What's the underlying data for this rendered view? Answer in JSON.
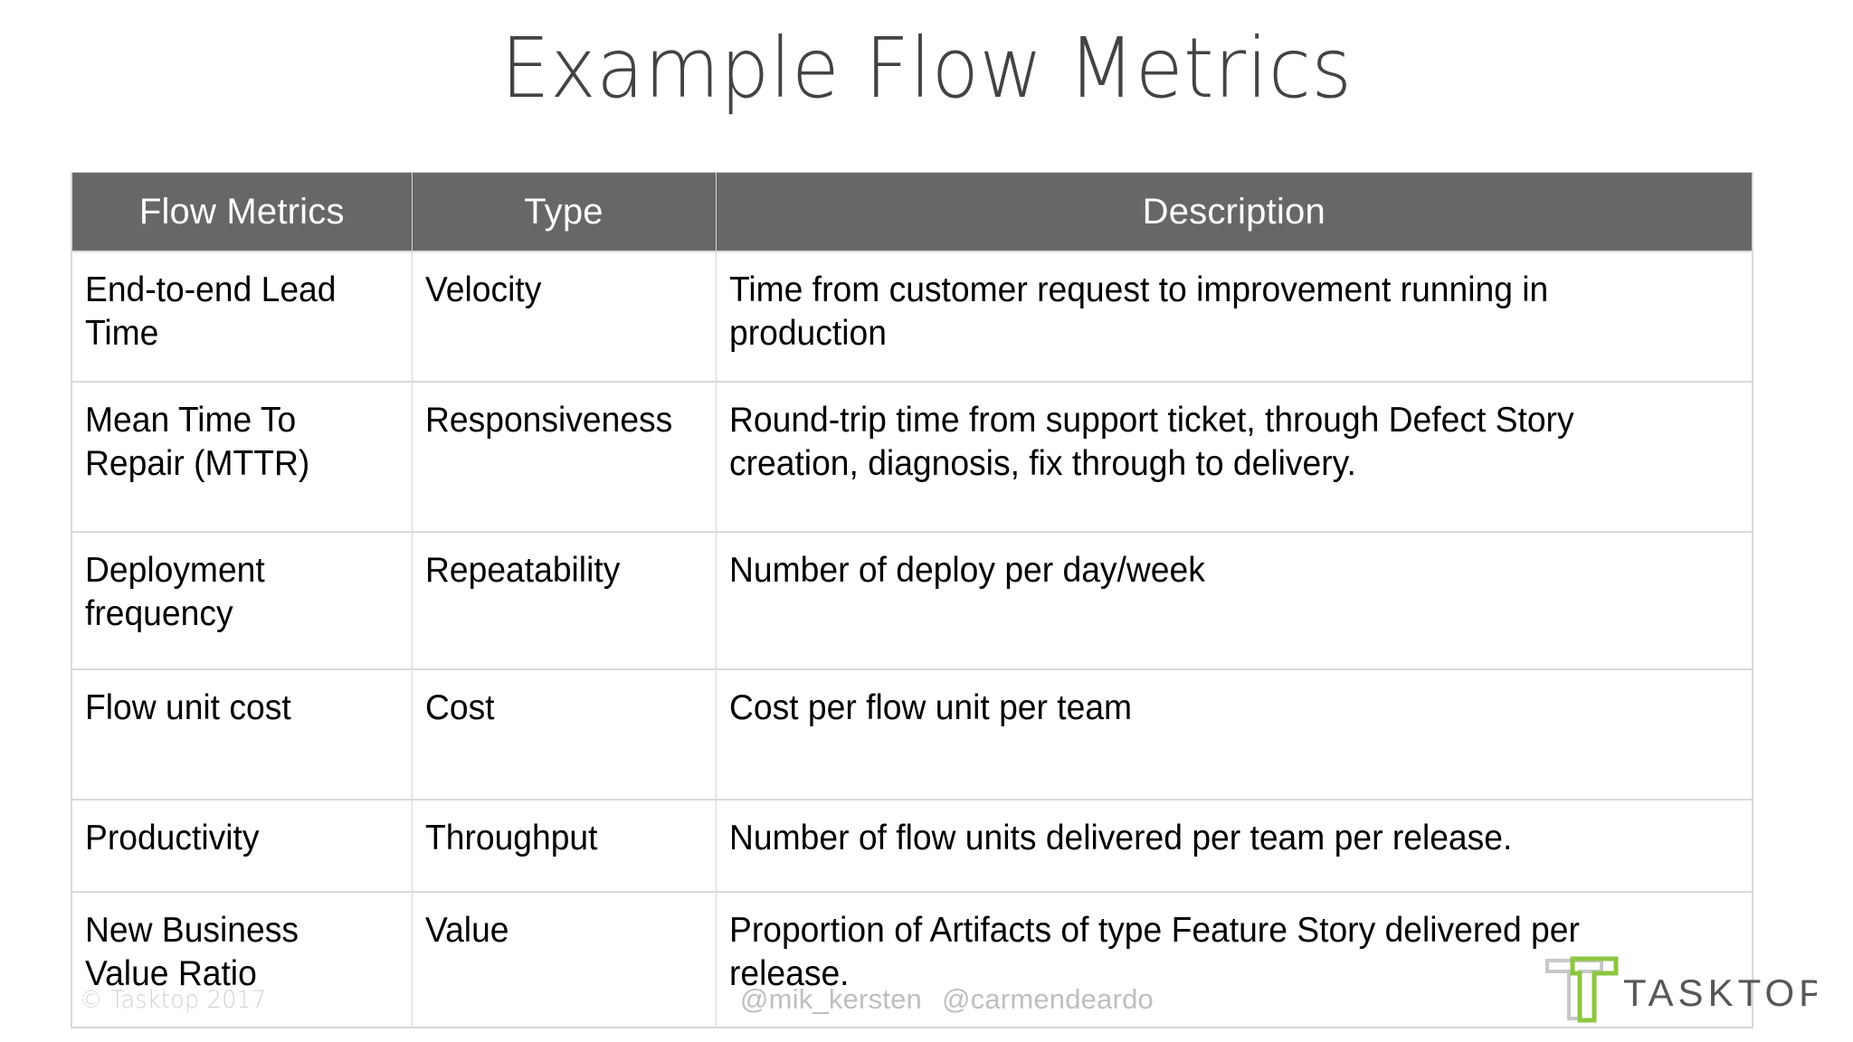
{
  "slide": {
    "title": "Example Flow Metrics",
    "background_color": "#ffffff",
    "title_color": "#434343"
  },
  "table": {
    "header_background": "#676767",
    "header_text_color": "#ffffff",
    "border_color": "#d9d9d9",
    "columns": [
      "Flow Metrics",
      "Type",
      "Description"
    ],
    "rows": [
      {
        "metric": "End-to-end Lead Time",
        "type": "Velocity",
        "description": "Time from customer request to improvement running in production"
      },
      {
        "metric": "Mean Time To Repair (MTTR)",
        "type": "Responsiveness",
        "description": "Round-trip time from support ticket, through Defect Story creation, diagnosis, fix through to delivery."
      },
      {
        "metric": "Deployment frequency",
        "type": "Repeatability",
        "description": "Number of deploy per day/week"
      },
      {
        "metric": "Flow unit cost",
        "type": "Cost",
        "description": "Cost per flow unit per team"
      },
      {
        "metric": "Productivity",
        "type": "Throughput",
        "description": "Number of flow units delivered per team per release."
      },
      {
        "metric": "New Business Value Ratio",
        "type": "Value",
        "description": "Proportion of Artifacts of type Feature Story delivered per release."
      }
    ]
  },
  "footer": {
    "copyright": "© Tasktop 2017",
    "handles": [
      "@mik_kersten",
      "@carmendeardo"
    ],
    "text_color": "#bfbfbf"
  },
  "logo": {
    "wordmark": "TASKTOP",
    "mark_color_green": "#8cc63e",
    "mark_color_gray": "#c8c8c8",
    "wordmark_color": "#575757"
  }
}
